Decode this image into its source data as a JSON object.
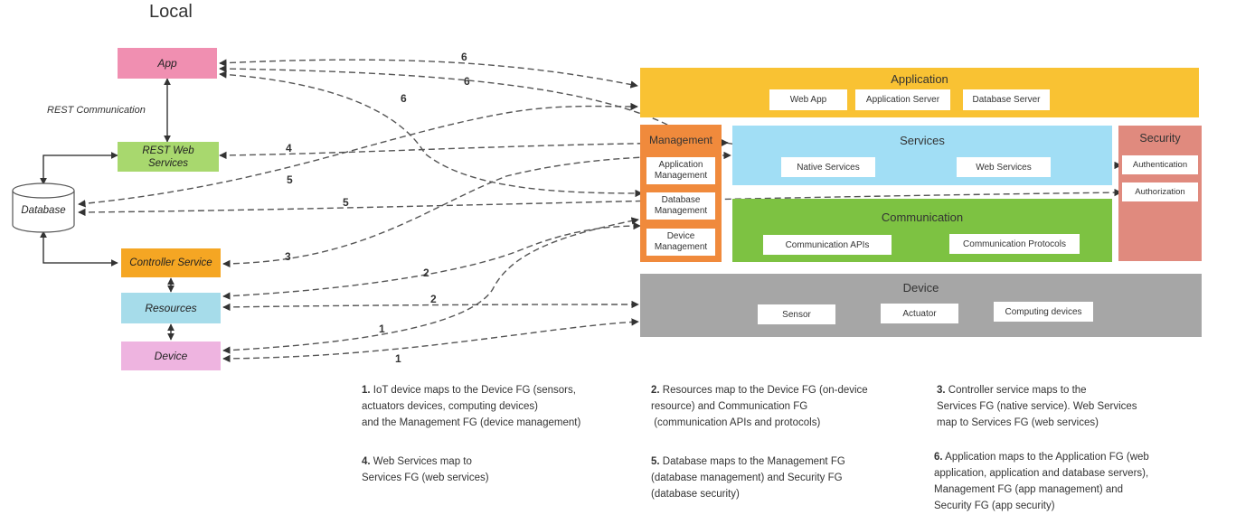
{
  "heading": "Local",
  "left": {
    "app": "App",
    "rest_comm": "REST Communication",
    "rest_ws_line1": "REST Web",
    "rest_ws_line2": "Services",
    "database": "Database",
    "controller": "Controller Service",
    "resources": "Resources",
    "device": "Device"
  },
  "arch": {
    "application": {
      "title": "Application",
      "items": [
        "Web App",
        "Application Server",
        "Database Server"
      ]
    },
    "management": {
      "title": "Management",
      "items": [
        [
          "Application",
          "Management"
        ],
        [
          "Database",
          "Management"
        ],
        [
          "Device",
          "Management"
        ]
      ]
    },
    "services": {
      "title": "Services",
      "items": [
        "Native Services",
        "Web Services"
      ]
    },
    "security": {
      "title": "Security",
      "items": [
        "Authentication",
        "Authorization"
      ]
    },
    "communication": {
      "title": "Communication",
      "items": [
        "Communication APIs",
        "Communication Protocols"
      ]
    },
    "device": {
      "title": "Device",
      "items": [
        "Sensor",
        "Actuator",
        "Computing devices"
      ]
    }
  },
  "arrow_numbers": [
    "6",
    "6",
    "6",
    "4",
    "5",
    "5",
    "3",
    "2",
    "2",
    "1",
    "1"
  ],
  "notes": [
    {
      "num": "1.",
      "lines": [
        "IoT device maps to the Device FG (sensors,",
        "actuators devices, computing devices)",
        "and the Management FG (device management)"
      ]
    },
    {
      "num": "2.",
      "lines": [
        "Resources map to the Device FG (on-device",
        "resource) and Communication FG",
        " (communication APIs and protocols)"
      ]
    },
    {
      "num": "3.",
      "lines": [
        "Controller service maps to the",
        "Services FG (native service). Web Services",
        "map to Services FG (web services)"
      ]
    },
    {
      "num": "4.",
      "lines": [
        "Web Services map to",
        "Services FG (web services)"
      ]
    },
    {
      "num": "5.",
      "lines": [
        "Database maps to the Management FG",
        "(database management) and Security FG",
        "(database security)"
      ]
    },
    {
      "num": "6.",
      "lines": [
        "Application maps to the Application FG (web",
        "application, application and database servers),",
        "Management FG (app management) and",
        "Security FG (app security)"
      ]
    }
  ],
  "colors": {
    "app": "#f08fb1",
    "rest": "#a8d86e",
    "controller": "#f5a623",
    "resources": "#a6dcea",
    "device_left": "#eeb4e0",
    "application": "#f9c233",
    "management": "#f08a3c",
    "services": "#a1def5",
    "security": "#e08a7e",
    "communication": "#7dc242",
    "device_layer": "#a6a6a6"
  }
}
